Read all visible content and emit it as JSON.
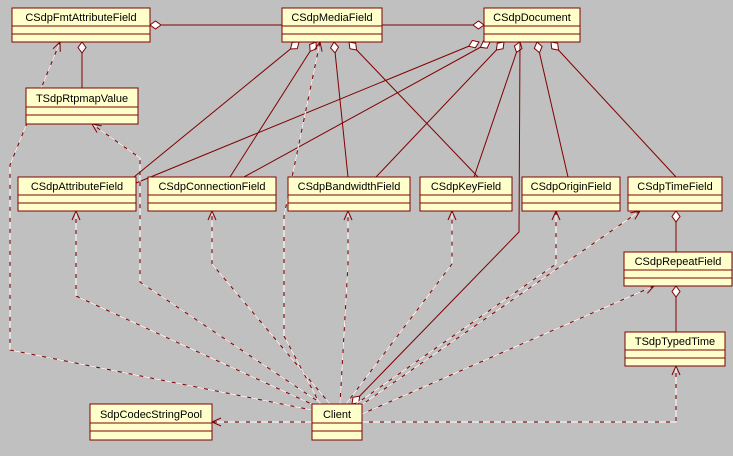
{
  "classes": {
    "fmt_attr": "CSdpFmtAttributeField",
    "media": "CSdpMediaField",
    "document": "CSdpDocument",
    "rtpmap": "TSdpRtpmapValue",
    "attribute": "CSdpAttributeField",
    "connection": "CSdpConnectionField",
    "bandwidth": "CSdpBandwidthField",
    "key": "CSdpKeyField",
    "origin": "CSdpOriginField",
    "time": "CSdpTimeField",
    "repeat": "CSdpRepeatField",
    "typed_time": "TSdpTypedTime",
    "pool": "SdpCodecStringPool",
    "client": "Client"
  },
  "colors": {
    "background": "#c0c0c0",
    "box_fill": "#ffffcc",
    "line": "#800000"
  },
  "aggregations": [
    {
      "whole": "media",
      "part": "fmt_attr"
    },
    {
      "whole": "document",
      "part": "media"
    },
    {
      "whole": "fmt_attr",
      "part": "rtpmap"
    },
    {
      "whole": "media",
      "part": "attribute"
    },
    {
      "whole": "media",
      "part": "connection"
    },
    {
      "whole": "media",
      "part": "bandwidth"
    },
    {
      "whole": "media",
      "part": "key"
    },
    {
      "whole": "document",
      "part": "attribute"
    },
    {
      "whole": "document",
      "part": "connection"
    },
    {
      "whole": "document",
      "part": "bandwidth"
    },
    {
      "whole": "document",
      "part": "key"
    },
    {
      "whole": "document",
      "part": "origin"
    },
    {
      "whole": "document",
      "part": "time"
    },
    {
      "whole": "time",
      "part": "repeat"
    },
    {
      "whole": "repeat",
      "part": "typed_time"
    },
    {
      "whole": "client",
      "part": "document"
    }
  ],
  "dependencies": [
    {
      "from": "client",
      "to": "fmt_attr"
    },
    {
      "from": "client",
      "to": "rtpmap"
    },
    {
      "from": "client",
      "to": "attribute"
    },
    {
      "from": "client",
      "to": "connection"
    },
    {
      "from": "client",
      "to": "bandwidth"
    },
    {
      "from": "client",
      "to": "key"
    },
    {
      "from": "client",
      "to": "origin"
    },
    {
      "from": "client",
      "to": "time"
    },
    {
      "from": "client",
      "to": "repeat"
    },
    {
      "from": "client",
      "to": "typed_time"
    },
    {
      "from": "client",
      "to": "media"
    },
    {
      "from": "client",
      "to": "pool"
    }
  ]
}
